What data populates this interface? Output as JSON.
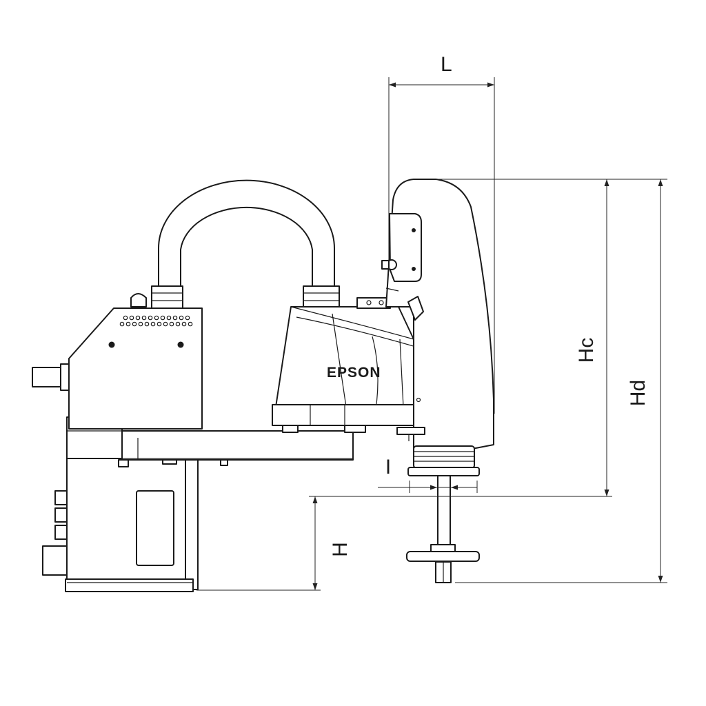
{
  "brand": "EPSON",
  "dimensions": {
    "L": "L",
    "Hc": "Hc",
    "Hd": "Hd",
    "H": "H",
    "I": "I"
  },
  "icons": [
    "arrowhead-icon"
  ]
}
